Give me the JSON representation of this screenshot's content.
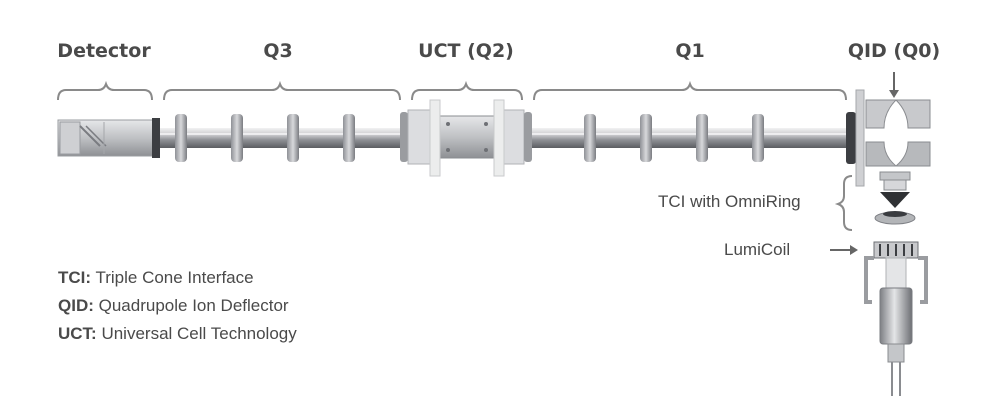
{
  "labels": {
    "detector": "Detector",
    "q3": "Q3",
    "uct": "UCT (Q2)",
    "q1": "Q1",
    "qid": "QID (Q0)"
  },
  "callouts": {
    "tci": "TCI with OmniRing",
    "lumicoil": "LumiCoil"
  },
  "legend": [
    {
      "key": "TCI:",
      "text": "Triple Cone Interface"
    },
    {
      "key": "QID:",
      "text": "Quadrupole Ion Deflector"
    },
    {
      "key": "UCT:",
      "text": "Universal Cell Technology"
    }
  ],
  "colors": {
    "text": "#4a4a4a",
    "bracket": "#8a8a8a",
    "metal_light": "#d9dadd",
    "metal_mid": "#a9abb0",
    "metal_dark": "#6e7075"
  }
}
